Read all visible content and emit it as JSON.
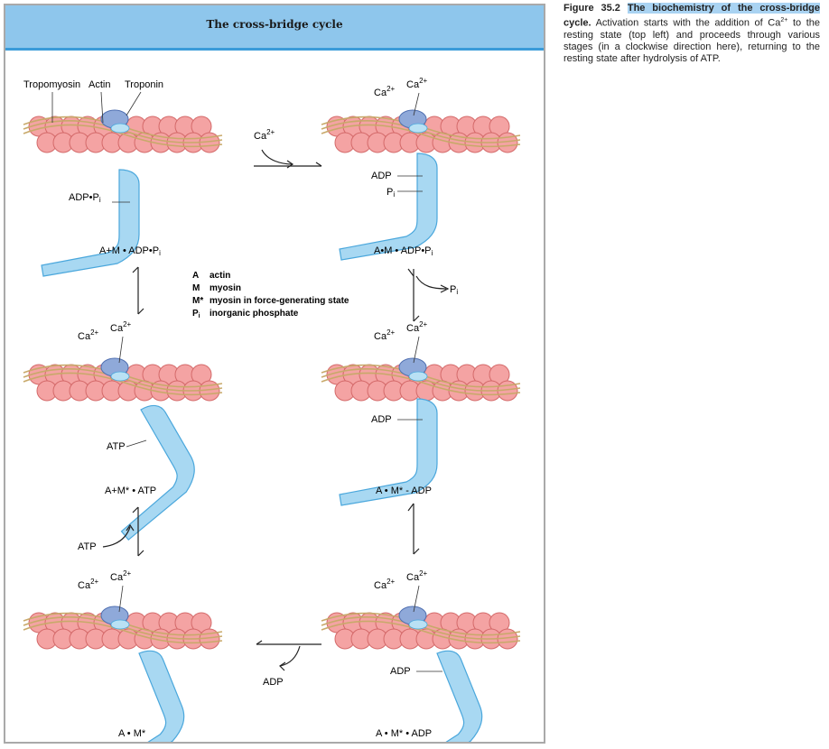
{
  "figure_title": "The cross-bridge cycle",
  "caption": {
    "number": "Figure 35.2",
    "highlighted": "The biochemistry of the cross-bridge",
    "bold_rest": "cycle.",
    "text_a": "Activation starts with the addition of Ca",
    "sup_a": "2+",
    "text_b": "to the resting state (top left) and proceeds through various stages (in a clockwise direction here), returning to the resting state after hydrolysis of ATP."
  },
  "labels": {
    "tropomyosin": "Tropomyosin",
    "actin": "Actin",
    "troponin": "Troponin",
    "ca": "Ca",
    "ca_sup": "2+",
    "adp": "ADP",
    "atp": "ATP",
    "p": "P",
    "p_sub": "i",
    "adp_pi": "ADP•P"
  },
  "states": {
    "s1": "A+M • ADP•P",
    "s2": "A•M • ADP•P",
    "s3": "A • M* - ADP",
    "s4": "A • M* • ADP",
    "s5": "A • M*",
    "s6": "A+M* • ATP"
  },
  "legend": [
    {
      "sym": "A",
      "desc": "actin"
    },
    {
      "sym": "M",
      "desc": "myosin"
    },
    {
      "sym": "M*",
      "desc": "myosin in force-generating state"
    },
    {
      "sym": "P",
      "sub": "i",
      "desc": "inorganic phosphate"
    }
  ],
  "colors": {
    "actin": "#f4a3a3",
    "actin_stroke": "#d46a6a",
    "myosin": "#a8d8f2",
    "myosin_stroke": "#4aa7dc",
    "troponin": "#8fa9d9",
    "tropomyosin": "#c8a96a",
    "band": "#8ec6ec"
  }
}
